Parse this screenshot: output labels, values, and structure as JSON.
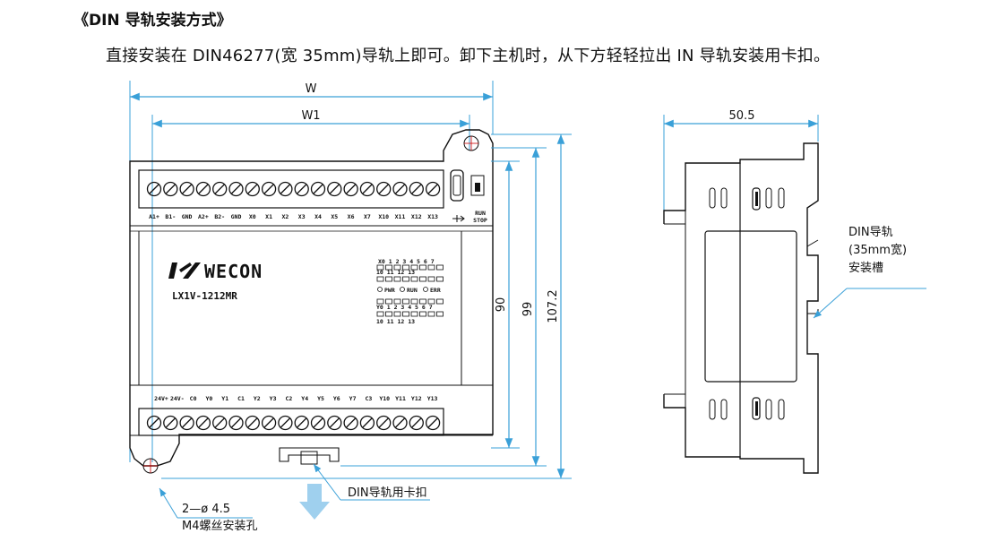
{
  "header": {
    "title": "《DIN 导轨安装方式》",
    "description": "直接安装在 DIN46277(宽 35mm)导轨上即可。卸下主机时，从下方轻轻拉出 IN 导轨安装用卡扣。"
  },
  "front_view": {
    "dim_w": "W",
    "dim_w1": "W1",
    "dim_90": "90",
    "dim_99": "99",
    "dim_107": "107.2",
    "brand": "WECON",
    "model": "LX1V-1212MR",
    "run_label": "RUN",
    "stop_label": "STOP",
    "top_terminals": [
      "A1+",
      "B1-",
      "GND",
      "A2+",
      "B2-",
      "GND",
      "X0",
      "X1",
      "X2",
      "X3",
      "X4",
      "X5",
      "X6",
      "X7",
      "X10",
      "X11",
      "X12",
      "X13"
    ],
    "bottom_terminals": [
      "24V+",
      "24V-",
      "C0",
      "Y0",
      "Y1",
      "C1",
      "Y2",
      "Y3",
      "C2",
      "Y4",
      "Y5",
      "Y6",
      "Y7",
      "C3",
      "Y10",
      "Y11",
      "Y12",
      "Y13"
    ],
    "x_led_row1": "X0 1 2 3 4 5 6 7",
    "x_led_row2": "10 11 12 13",
    "status_pwr": "PWR",
    "status_run": "RUN",
    "status_err": "ERR",
    "y_led_row1": "Y0 1 2 3 4 5 6 7",
    "y_led_row2": "10 11 12 13",
    "hole_label_line1": "2—ø 4.5",
    "hole_label_line2": "M4螺丝安装孔",
    "clip_label": "DIN导轨用卡扣"
  },
  "side_view": {
    "dim_depth": "50.5",
    "slot_label_line1": "DIN导轨",
    "slot_label_line2": "(35mm宽)",
    "slot_label_line3": "安装槽"
  },
  "colors": {
    "dimension_line": "#3aa0d8",
    "arrow": "#9fd0ee",
    "outline": "#111111"
  }
}
